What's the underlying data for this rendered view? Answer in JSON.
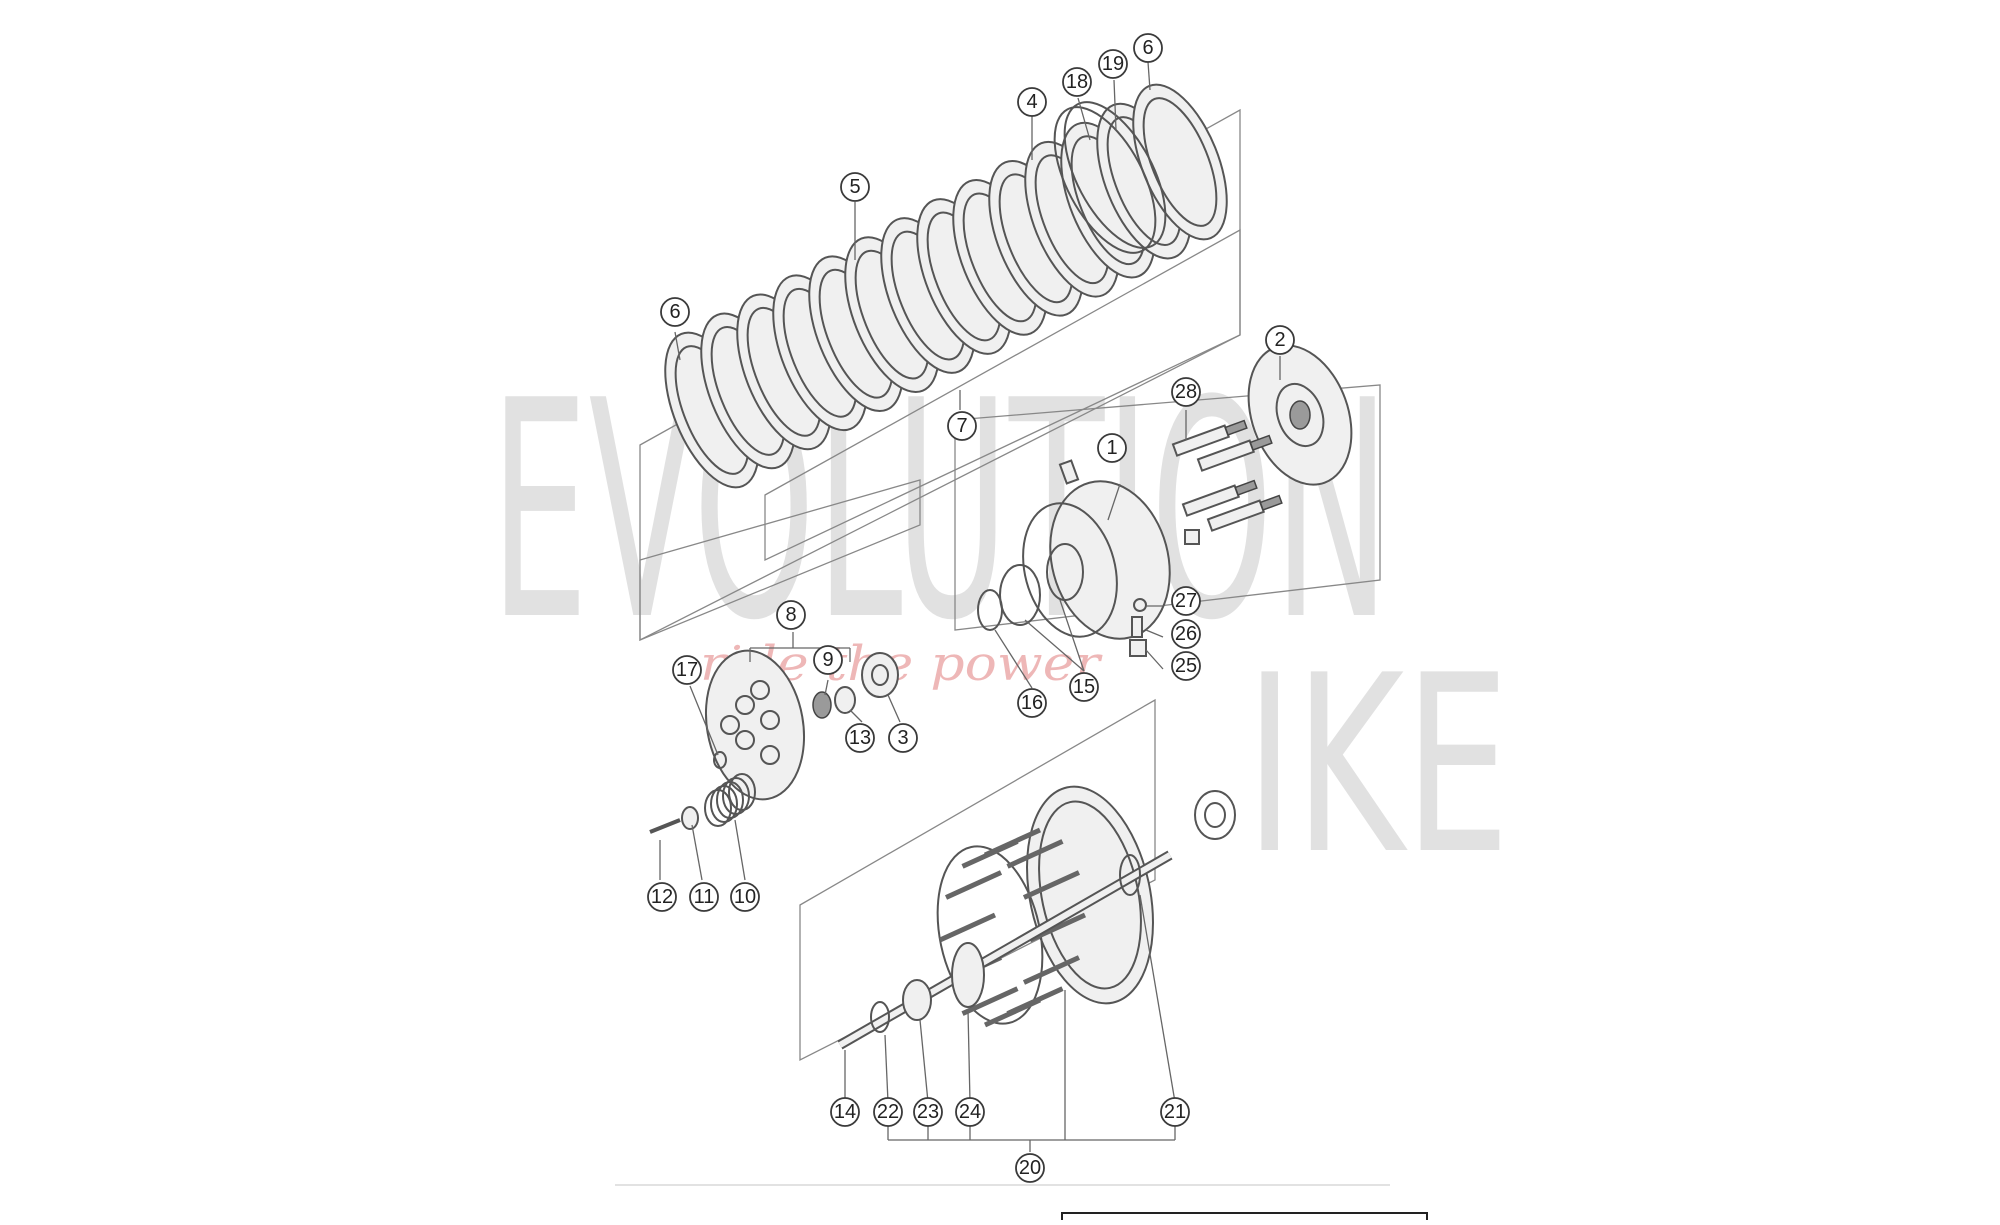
{
  "diagram": {
    "callouts": [
      {
        "id": "c1",
        "label": "1"
      },
      {
        "id": "c2",
        "label": "2"
      },
      {
        "id": "c3",
        "label": "3"
      },
      {
        "id": "c4",
        "label": "4"
      },
      {
        "id": "c5",
        "label": "5"
      },
      {
        "id": "c6a",
        "label": "6"
      },
      {
        "id": "c6b",
        "label": "6"
      },
      {
        "id": "c7",
        "label": "7"
      },
      {
        "id": "c8",
        "label": "8"
      },
      {
        "id": "c9",
        "label": "9"
      },
      {
        "id": "c10",
        "label": "10"
      },
      {
        "id": "c11",
        "label": "11"
      },
      {
        "id": "c12",
        "label": "12"
      },
      {
        "id": "c13",
        "label": "13"
      },
      {
        "id": "c14",
        "label": "14"
      },
      {
        "id": "c15",
        "label": "15"
      },
      {
        "id": "c16",
        "label": "16"
      },
      {
        "id": "c17",
        "label": "17"
      },
      {
        "id": "c18",
        "label": "18"
      },
      {
        "id": "c19",
        "label": "19"
      },
      {
        "id": "c20",
        "label": "20"
      },
      {
        "id": "c21",
        "label": "21"
      },
      {
        "id": "c22",
        "label": "22"
      },
      {
        "id": "c23",
        "label": "23"
      },
      {
        "id": "c24",
        "label": "24"
      },
      {
        "id": "c25",
        "label": "25"
      },
      {
        "id": "c26",
        "label": "26"
      },
      {
        "id": "c27",
        "label": "27"
      },
      {
        "id": "c28",
        "label": "28"
      }
    ]
  },
  "watermark": {
    "brand_line1": "EVOLUTION",
    "brand_line2": "IKE",
    "tagline": "ride the power"
  }
}
